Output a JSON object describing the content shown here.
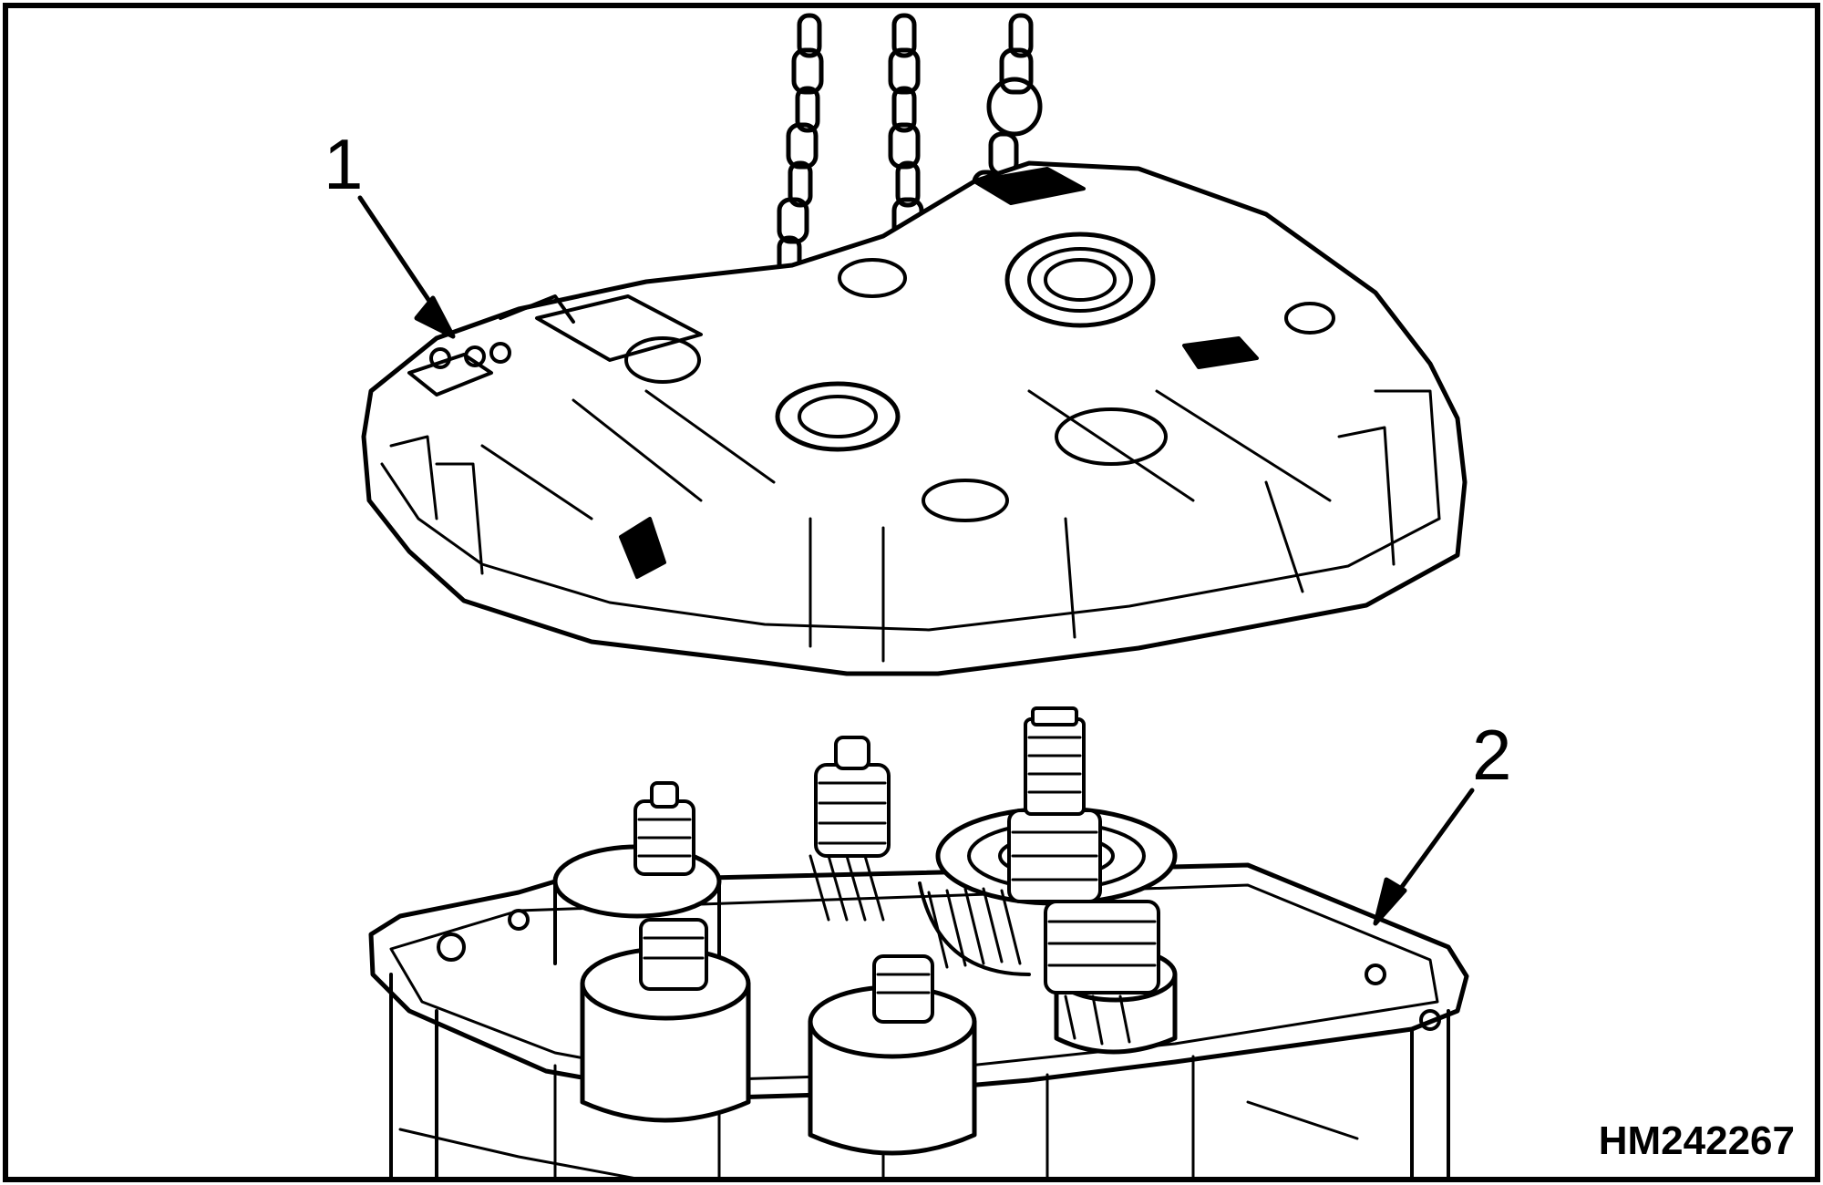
{
  "callouts": {
    "one": "1",
    "two": "2"
  },
  "figure_id": "HM242267",
  "parts": {
    "upper": "transmission-cover-hoisted-by-chain",
    "lower": "transmission-case-with-gear-train"
  },
  "colors": {
    "ink": "#000000",
    "paper": "#ffffff"
  }
}
